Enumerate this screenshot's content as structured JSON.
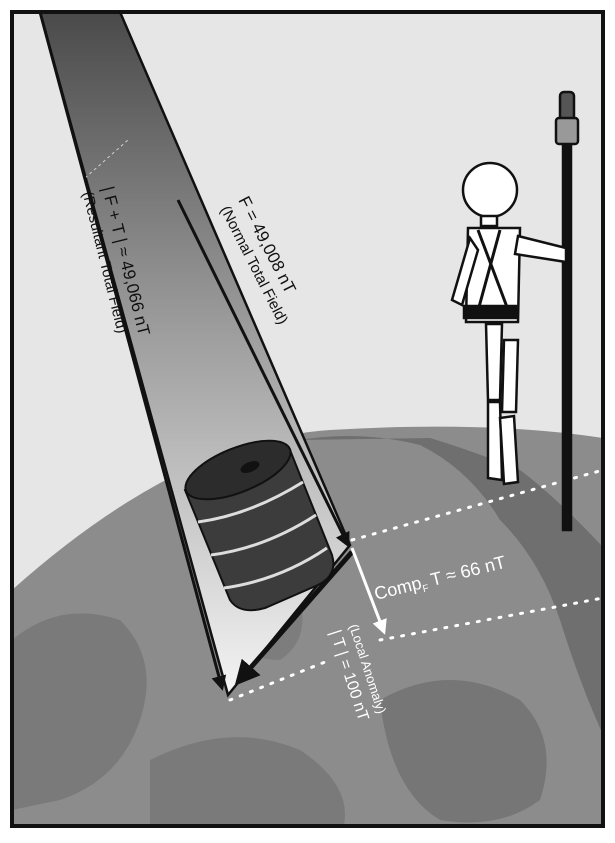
{
  "labels": {
    "normal_field_eq": "F = 49,008 nT",
    "normal_field_sub": "(Normal Total Field)",
    "resultant_field_eq": "| F + T | ≈ 49,066 nT",
    "resultant_field_sub": "(Resultant Total Field)",
    "comp_main": "Comp",
    "comp_subscript": "F",
    "comp_value": "T ≈ 66 nT",
    "anomaly_eq": "| T | = 100 nT",
    "anomaly_sub": "(Local Anomaly)"
  },
  "colors": {
    "sky": "#e6e6e6",
    "earth": "#8a8a8a",
    "earth_dark": "#6f6f6f",
    "ink": "#111111",
    "barrel": "#3c3c3c"
  }
}
